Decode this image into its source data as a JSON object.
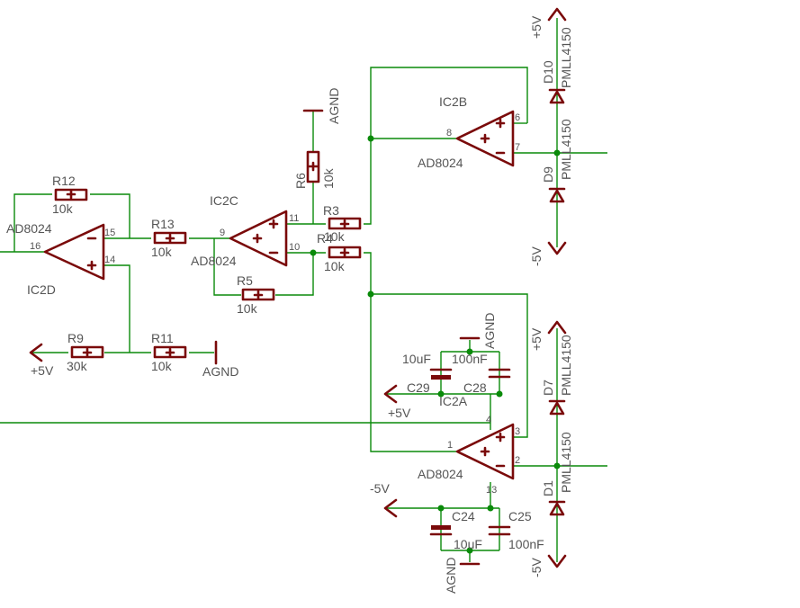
{
  "colors": {
    "wire": "#0a8a0a",
    "part": "#7a0a0a",
    "text": "#555555",
    "background": "#ffffff"
  },
  "opamps": {
    "ic2d": {
      "name": "IC2D",
      "value": "AD8024",
      "pins": [
        "16",
        "15",
        "14"
      ]
    },
    "ic2c": {
      "name": "IC2C",
      "value": "AD8024",
      "pins": [
        "9",
        "11",
        "10"
      ]
    },
    "ic2b": {
      "name": "IC2B",
      "value": "AD8024",
      "pins": [
        "8",
        "6",
        "7"
      ]
    },
    "ic2a": {
      "name": "IC2A",
      "value": "AD8024",
      "pins": [
        "1",
        "3",
        "2",
        "4",
        "13"
      ]
    }
  },
  "resistors": {
    "r12": {
      "name": "R12",
      "value": "10k"
    },
    "r13": {
      "name": "R13",
      "value": "10k"
    },
    "r9": {
      "name": "R9",
      "value": "30k"
    },
    "r11": {
      "name": "R11",
      "value": "10k"
    },
    "r5": {
      "name": "R5",
      "value": "10k"
    },
    "r6": {
      "name": "R6",
      "value": "10k"
    },
    "r3": {
      "name": "R3",
      "value": "10k"
    },
    "r4": {
      "name": "R4",
      "value": "10k"
    }
  },
  "capacitors": {
    "c29": {
      "name": "C29",
      "value": "10uF"
    },
    "c28": {
      "name": "C28",
      "value": "100nF"
    },
    "c24": {
      "name": "C24",
      "value": "10uF"
    },
    "c25": {
      "name": "C25",
      "value": "100nF"
    }
  },
  "diodes": {
    "d10": {
      "name": "D10",
      "value": "PMLL4150"
    },
    "d9": {
      "name": "D9",
      "value": "PMLL4150"
    },
    "d7": {
      "name": "D7",
      "value": "PMLL4150"
    },
    "d1": {
      "name": "D1",
      "value": "PMLL4150"
    }
  },
  "nets": {
    "agnd": "AGND",
    "pos5": "+5V",
    "neg5": "-5V"
  }
}
